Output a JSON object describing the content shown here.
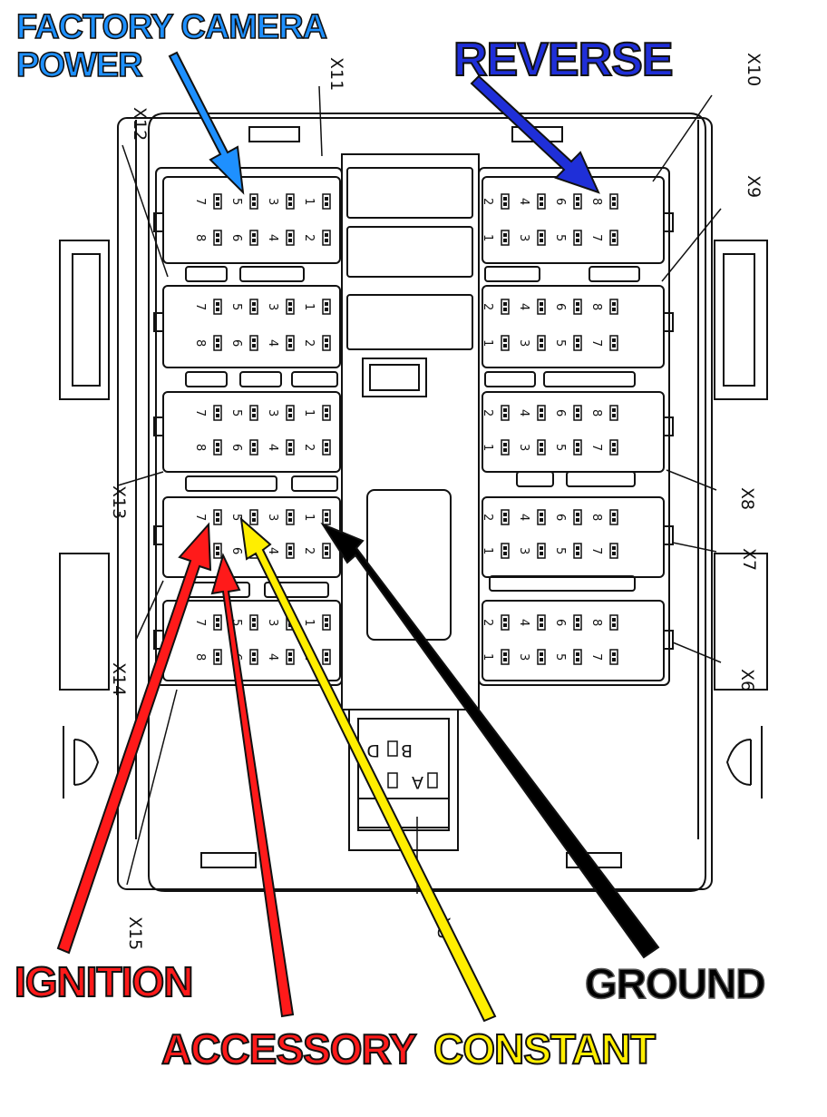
{
  "callouts": {
    "camera_line1": "FACTORY CAMERA",
    "camera_line2": "POWER",
    "reverse": "REVERSE",
    "ignition": "IGNITION",
    "accessory": "ACCESSORY",
    "constant": "CONSTANT",
    "ground": "GROUND"
  },
  "connectors": {
    "x5": "X5",
    "x6": "X6",
    "x7": "X7",
    "x8": "X8",
    "x9": "X9",
    "x10": "X10",
    "x11": "X11",
    "x12": "X12",
    "x13": "X13",
    "x14": "X14",
    "x15": "X15"
  },
  "pins": [
    "1",
    "2",
    "3",
    "4",
    "5",
    "6",
    "7",
    "8"
  ],
  "x5_pins": {
    "a": "A",
    "b": "B",
    "d": "D"
  },
  "colors": {
    "camera": "#1e90ff",
    "reverse": "#1f2fd8",
    "ignition": "#ff1a1a",
    "accessory": "#ff1a1a",
    "constant": "#ffee00",
    "ground": "#000000",
    "outline": "#111111"
  }
}
